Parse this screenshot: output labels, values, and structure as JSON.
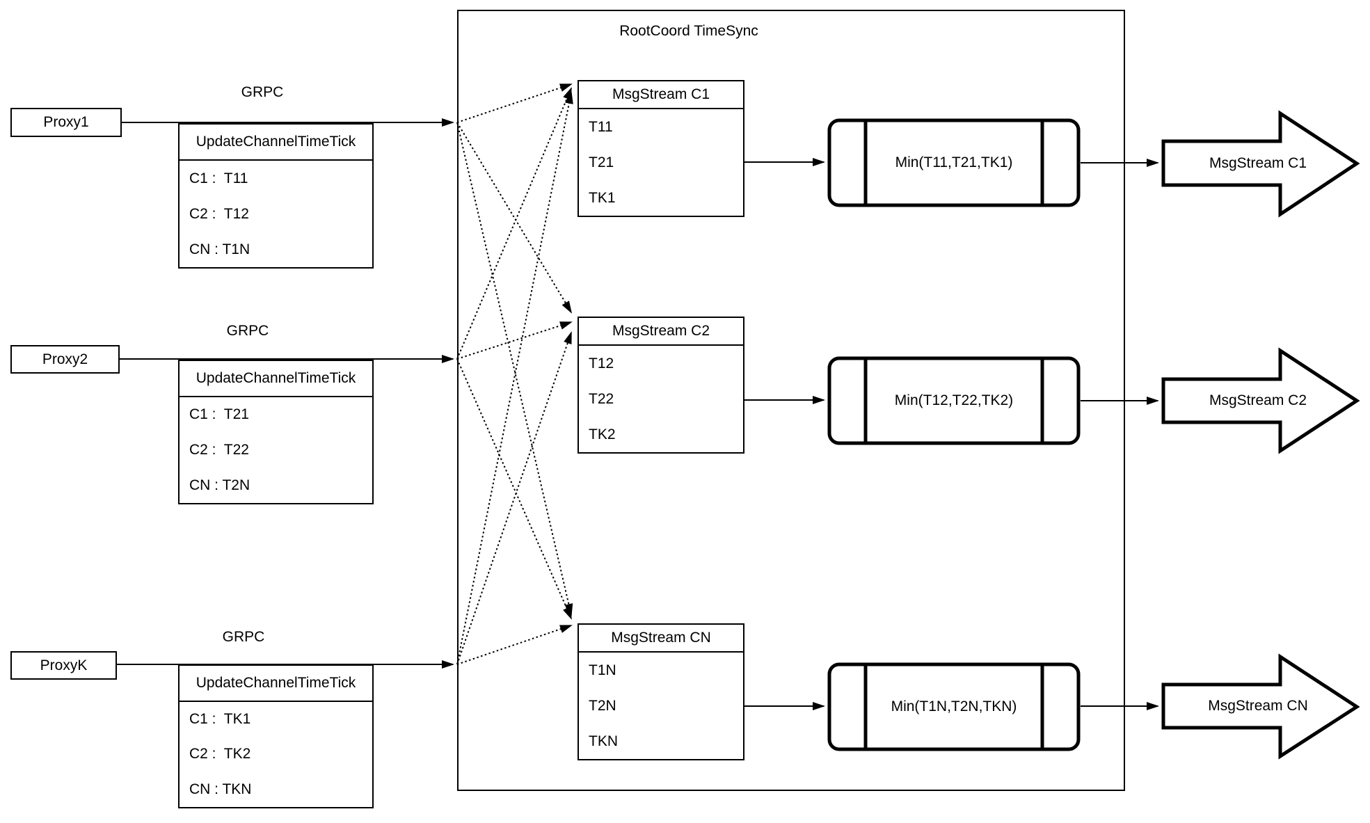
{
  "diagram": {
    "title": "RootCoord TimeSync",
    "grpc_label": "GRPC",
    "proxies": [
      {
        "name": "Proxy1",
        "table_header": "UpdateChannelTimeTick",
        "rows": [
          "C1 :  T11",
          "C2 :  T12",
          "CN : T1N"
        ]
      },
      {
        "name": "Proxy2",
        "table_header": "UpdateChannelTimeTick",
        "rows": [
          "C1 :  T21",
          "C2 :  T22",
          "CN : T2N"
        ]
      },
      {
        "name": "ProxyK",
        "table_header": "UpdateChannelTimeTick",
        "rows": [
          "C1 :  TK1",
          "C2 :  TK2",
          "CN : TKN"
        ]
      }
    ],
    "msgstreams": [
      {
        "header": "MsgStream C1",
        "rows": [
          "T11",
          "T21",
          "TK1"
        ],
        "min_label": "Min(T11,T21,TK1)",
        "output_label": "MsgStream C1"
      },
      {
        "header": "MsgStream C2",
        "rows": [
          "T12",
          "T22",
          "TK2"
        ],
        "min_label": "Min(T12,T22,TK2)",
        "output_label": "MsgStream C2"
      },
      {
        "header": "MsgStream CN",
        "rows": [
          "T1N",
          "T2N",
          "TKN"
        ],
        "min_label": "Min(T1N,T2N,TKN)",
        "output_label": "MsgStream CN"
      }
    ],
    "colors": {
      "stroke": "#000000",
      "background": "#ffffff"
    }
  }
}
